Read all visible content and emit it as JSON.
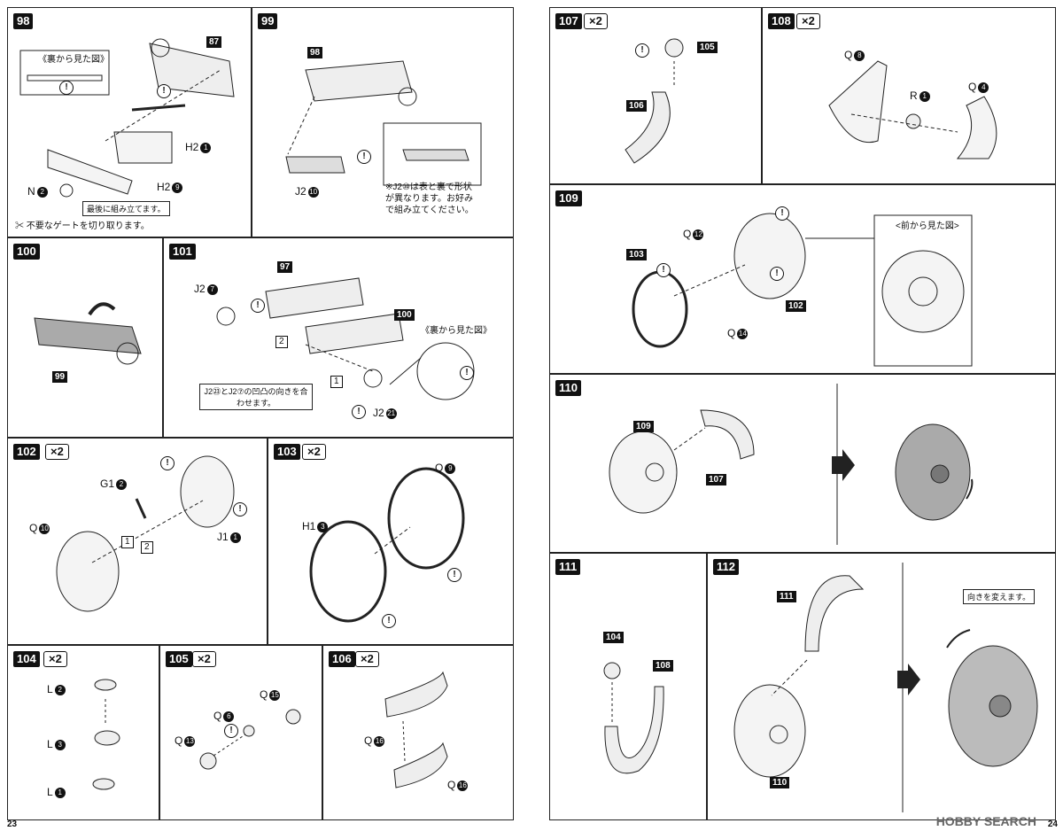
{
  "pages": {
    "left": "23",
    "right": "24"
  },
  "watermark": "HOBBY SEARCH",
  "steps": {
    "s98": {
      "no": "98",
      "back_view": "《裏から見た図》",
      "labels": {
        "p87": "87",
        "h2a": "H2",
        "n2": "N",
        "h2b": "H2"
      },
      "nums": {
        "h2a": "1",
        "n2": "2",
        "h2b": "9"
      },
      "assemble_last": "最後に組み立てます。",
      "gate_note": "不要なゲートを切り取ります。"
    },
    "s99": {
      "no": "99",
      "p98": "98",
      "j2": "J2",
      "j2_num": "10",
      "note": "※J2⑩は表と裏で形状が異なります。お好みで組み立てください。"
    },
    "s100": {
      "no": "100",
      "p99": "99"
    },
    "s101": {
      "no": "101",
      "p97": "97",
      "p100": "100",
      "j2a": "J2",
      "j2a_num": "7",
      "j2b": "J2",
      "j2b_num": "21",
      "back_view": "《裏から見た図》",
      "note": "J2㉓とJ2⑦の凹凸の向きを合わせます。",
      "box1": "1",
      "box2": "2"
    },
    "s102": {
      "no": "102",
      "times": "×2",
      "g1": "G1",
      "g1_num": "2",
      "q": "Q",
      "q_num": "10",
      "j1": "J1",
      "j1_num": "1",
      "box1": "1",
      "box2": "2"
    },
    "s103": {
      "no": "103",
      "times": "×2",
      "q": "Q",
      "q_num": "9",
      "h1": "H1",
      "h1_num": "3"
    },
    "s104": {
      "no": "104",
      "times": "×2",
      "l2": "L",
      "l2_num": "2",
      "l3": "L",
      "l3_num": "3",
      "l1": "L",
      "l1_num": "1"
    },
    "s105": {
      "no": "105",
      "times": "×2",
      "q15": "Q",
      "q15_num": "15",
      "q6": "Q",
      "q6_num": "6",
      "q13": "Q",
      "q13_num": "13"
    },
    "s106": {
      "no": "106",
      "times": "×2",
      "q16a": "Q",
      "q16a_num": "16",
      "q16b": "Q",
      "q16b_num": "16"
    },
    "s107": {
      "no": "107",
      "times": "×2",
      "p105": "105",
      "p106": "106"
    },
    "s108": {
      "no": "108",
      "times": "×2",
      "q8": "Q",
      "q8_num": "8",
      "r1": "R",
      "r1_num": "1",
      "q4": "Q",
      "q4_num": "4"
    },
    "s109": {
      "no": "109",
      "p103": "103",
      "p102": "102",
      "q12": "Q",
      "q12_num": "12",
      "q14": "Q",
      "q14_num": "14",
      "front_view": "<前から見た図>"
    },
    "s110": {
      "no": "110",
      "p109": "109",
      "p107": "107"
    },
    "s111": {
      "no": "111",
      "p104": "104",
      "p108": "108"
    },
    "s112": {
      "no": "112",
      "p111": "111",
      "p110": "110",
      "change_dir": "向きを変えます。"
    }
  }
}
